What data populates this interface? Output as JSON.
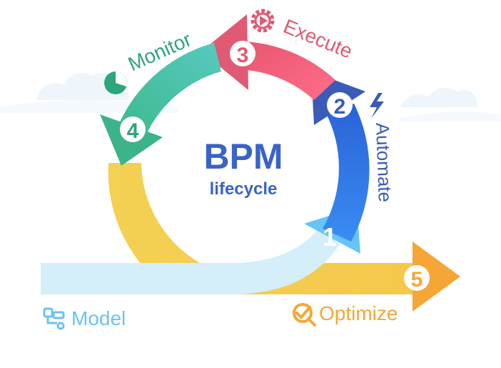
{
  "center": {
    "title": "BPM",
    "subtitle": "lifecycle"
  },
  "stages": [
    {
      "number": "1",
      "label": "Model",
      "icon": "model-flow-icon",
      "color": "#d4eefa",
      "accent": "#6ac3ef"
    },
    {
      "number": "2",
      "label": "Automate",
      "icon": "lightning-icon",
      "color": "#2f80ed",
      "accent": "#3b5bb8"
    },
    {
      "number": "3",
      "label": "Execute",
      "icon": "gear-play-icon",
      "color": "#f0607e",
      "accent": "#e05a73"
    },
    {
      "number": "4",
      "label": "Monitor",
      "icon": "pie-chart-icon",
      "color": "#3db89a",
      "accent": "#2fa57c"
    },
    {
      "number": "5",
      "label": "Optimize",
      "icon": "optimize-check-icon",
      "color": "#f5c84c",
      "accent": "#f5a637"
    }
  ]
}
